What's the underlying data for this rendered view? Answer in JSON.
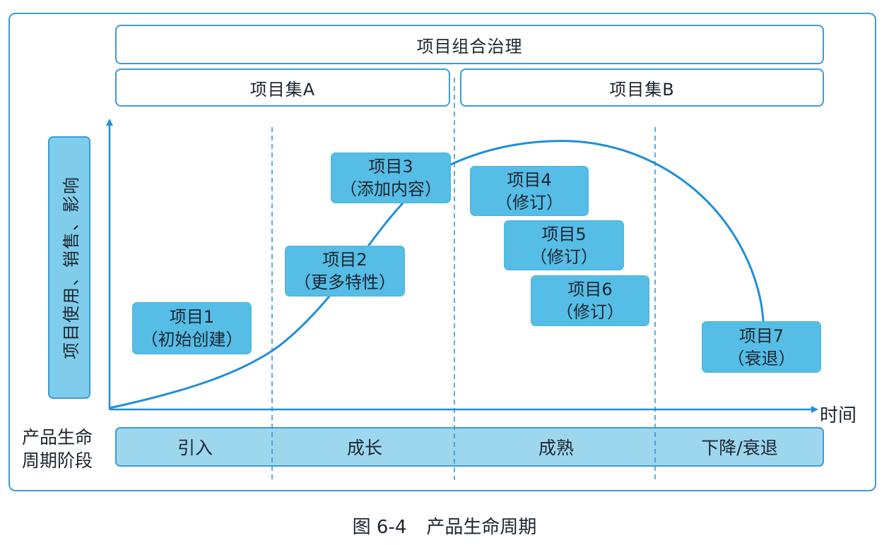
{
  "governance": {
    "title": "项目组合治理"
  },
  "programs": [
    {
      "label": "项目集A"
    },
    {
      "label": "项目集B"
    }
  ],
  "y_axis": {
    "label": "项目使用、销售、影响"
  },
  "x_axis": {
    "label": "时间"
  },
  "projects": [
    {
      "name": "项目1",
      "desc": "（初始创建）"
    },
    {
      "name": "项目2",
      "desc": "（更多特性）"
    },
    {
      "name": "项目3",
      "desc": "（添加内容）"
    },
    {
      "name": "项目4",
      "desc": "（修订）"
    },
    {
      "name": "项目5",
      "desc": "（修订）"
    },
    {
      "name": "项目6",
      "desc": "（修订）"
    },
    {
      "name": "项目7",
      "desc": "（衰退）"
    }
  ],
  "lifecycle": {
    "label_line1": "产品生命",
    "label_line2": "周期阶段",
    "stages": [
      "引入",
      "成长",
      "成熟",
      "下降/衰退"
    ]
  },
  "caption": {
    "figure_no": "图 6-4",
    "title": "产品生命周期"
  },
  "colors": {
    "border": "#3d9bd8",
    "project_fill": "#55bde6",
    "stage_fill": "#9dd7ee",
    "axis_label_fill": "#7fcdea",
    "curve": "#1f8fd8"
  }
}
